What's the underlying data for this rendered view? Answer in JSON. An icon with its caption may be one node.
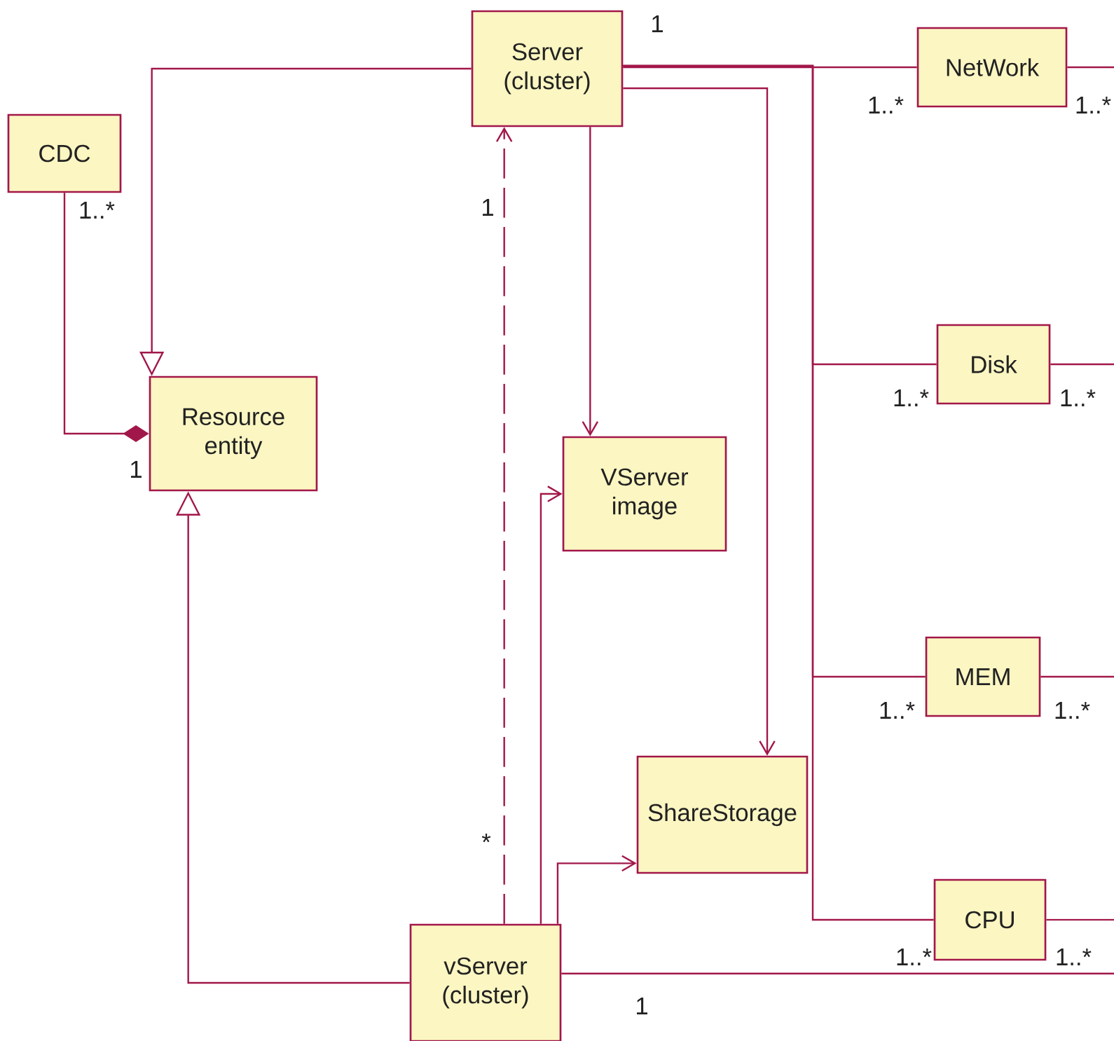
{
  "diagram": {
    "nodes": [
      {
        "text": [
          "Server (cluster)"
        ]
      },
      {
        "text": [
          "NetWork"
        ]
      },
      {
        "text": [
          "CDC"
        ]
      },
      {
        "text": [
          "Disk"
        ]
      },
      {
        "text": [
          "Resource entity"
        ]
      },
      {
        "text": [
          "VServer image"
        ]
      },
      {
        "text": [
          "MEM"
        ]
      },
      {
        "text": [
          "ShareStorage"
        ]
      },
      {
        "text": [
          "CPU"
        ]
      },
      {
        "text": [
          "vServer (cluster)"
        ]
      }
    ],
    "edges": [
      {
        "from": 0,
        "to": 4,
        "arrow": "to"
      },
      {
        "from": 2,
        "to": 4,
        "arrow": "other"
      },
      {
        "from": 9,
        "to": 4,
        "arrow": "to"
      },
      {
        "from": 9,
        "to": 0,
        "arrow": "to",
        "style": "dashed"
      },
      {
        "from": 0,
        "to": 5,
        "arrow": "to"
      },
      {
        "from": 0,
        "to": 7,
        "arrow": "to"
      },
      {
        "from": 9,
        "to": 5,
        "arrow": "to"
      },
      {
        "from": 9,
        "to": 7,
        "arrow": "to"
      },
      {
        "from": 0,
        "to": 1,
        "arrow": "none"
      },
      {
        "from": 0,
        "to": 3,
        "arrow": "none"
      },
      {
        "from": 0,
        "to": 6,
        "arrow": "none"
      },
      {
        "from": 0,
        "to": 8,
        "arrow": "none"
      },
      {
        "from": 1,
        "to": null,
        "arrow": "none"
      },
      {
        "from": 3,
        "to": null,
        "arrow": "none"
      },
      {
        "from": 6,
        "to": null,
        "arrow": "none"
      },
      {
        "from": 8,
        "to": null,
        "arrow": "none"
      },
      {
        "from": 9,
        "to": null,
        "arrow": "none"
      }
    ],
    "labels": [
      "1",
      "1..*",
      "1..*",
      "1..*",
      "1",
      "1..*",
      "1..*",
      "1",
      "1..*",
      "1..*",
      "*",
      "1..*",
      "1..*",
      "1"
    ]
  }
}
